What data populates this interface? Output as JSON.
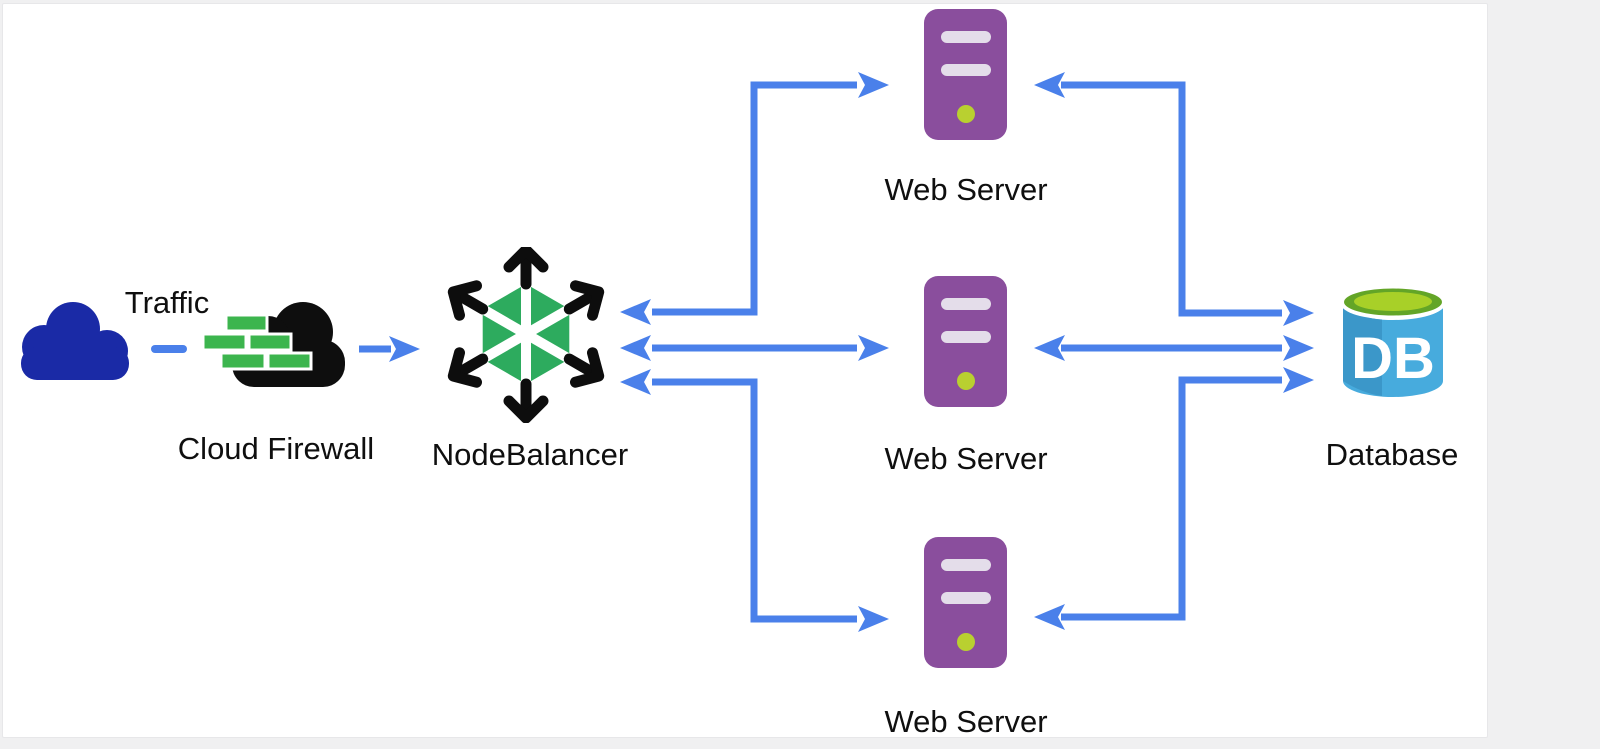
{
  "diagram": {
    "nodes": {
      "traffic": {
        "label": "Traffic",
        "icon": "cloud-icon"
      },
      "cloud_firewall": {
        "label": "Cloud Firewall",
        "icon": "firewall-brick-cloud-icon"
      },
      "nodebalancer": {
        "label": "NodeBalancer",
        "icon": "nodebalancer-hexagon-icon"
      },
      "web_servers": [
        {
          "label": "Web Server",
          "icon": "server-tower-icon"
        },
        {
          "label": "Web Server",
          "icon": "server-tower-icon"
        },
        {
          "label": "Web Server",
          "icon": "server-tower-icon"
        }
      ],
      "database": {
        "label": "Database",
        "badge": "DB",
        "icon": "database-cylinder-icon"
      }
    },
    "connections": [
      {
        "from": "Traffic",
        "to": "Cloud Firewall",
        "style": "dashed"
      },
      {
        "from": "Cloud Firewall",
        "to": "NodeBalancer",
        "style": "arrow"
      },
      {
        "from": "NodeBalancer",
        "to": "Web Server 1",
        "style": "bidirectional-elbow"
      },
      {
        "from": "NodeBalancer",
        "to": "Web Server 2",
        "style": "bidirectional-straight"
      },
      {
        "from": "NodeBalancer",
        "to": "Web Server 3",
        "style": "bidirectional-elbow"
      },
      {
        "from": "Web Server 1",
        "to": "Database",
        "style": "bidirectional-elbow"
      },
      {
        "from": "Web Server 2",
        "to": "Database",
        "style": "bidirectional-straight"
      },
      {
        "from": "Web Server 3",
        "to": "Database",
        "style": "bidirectional-elbow"
      }
    ],
    "colors": {
      "arrow_blue": "#4a80ea",
      "traffic_cloud_navy": "#1a2aa6",
      "firewall_cloud_black": "#0e0e0e",
      "firewall_brick_green": "#3cb54e",
      "nodebalancer_green": "#2dab5e",
      "nodebalancer_black": "#0d0d0d",
      "server_purple": "#8a4e9d",
      "server_slot_light": "#e4ddea",
      "server_led_green": "#b9d030",
      "database_blue": "#47abdd",
      "database_blue_dark": "#3b97c9",
      "database_lid_rim_green": "#63a527",
      "database_lid_green": "#a8d028",
      "label_text": "#0f0f0f",
      "canvas_white": "#ffffff",
      "page_gray": "#f0f0f1"
    }
  }
}
